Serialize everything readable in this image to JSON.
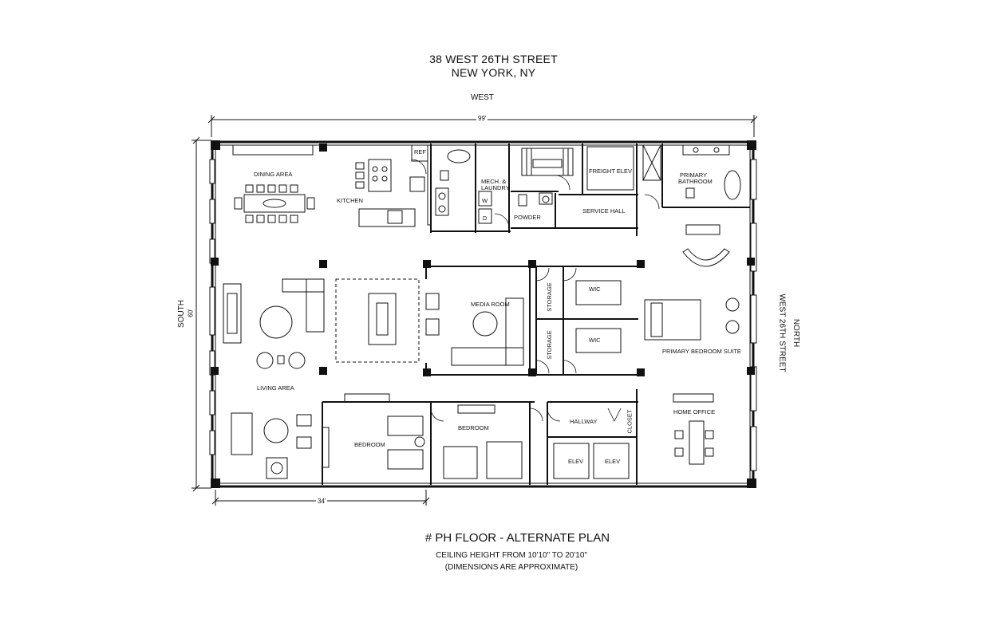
{
  "header": {
    "line1": "38 WEST 26TH STREET",
    "line2": "NEW YORK, NY"
  },
  "compass": {
    "top": "WEST",
    "left": "SOUTH",
    "right": "NORTH",
    "right_street": "WEST 26TH STREET"
  },
  "dimensions": {
    "width": "99'",
    "depth": "60'",
    "partial": "34'"
  },
  "rooms": {
    "dining_area": "DINING AREA",
    "kitchen": "KITCHEN",
    "ref": "REF",
    "mech_laundry_1": "MECH. &",
    "mech_laundry_2": "LAUNDRY",
    "washer": "W",
    "dryer": "D",
    "powder": "POWDER",
    "freight_elev": "FREIGHT ELEV",
    "service_hall": "SERVICE HALL",
    "primary_bathroom_1": "PRIMARY",
    "primary_bathroom_2": "BATHROOM",
    "media_room": "MEDIA ROOM",
    "storage_1": "STORAGE",
    "storage_2": "STORAGE",
    "wic_1": "WIC",
    "wic_2": "WIC",
    "primary_bedroom": "PRIMARY BEDROOM SUITE",
    "living_area": "LIVING  AREA",
    "bedroom_1": "BEDROOM",
    "bedroom_2": "BEDROOM",
    "hallway": "HALLWAY",
    "closet": "CLOSET",
    "elev_1": "ELEV",
    "elev_2": "ELEV",
    "home_office": "HOME OFFICE"
  },
  "footer": {
    "title": "# PH FLOOR - ALTERNATE PLAN",
    "ceiling": "CEILING HEIGHT FROM 10'10\" TO 20'10\"",
    "note": "(DIMENSIONS ARE APPROXIMATE)"
  }
}
